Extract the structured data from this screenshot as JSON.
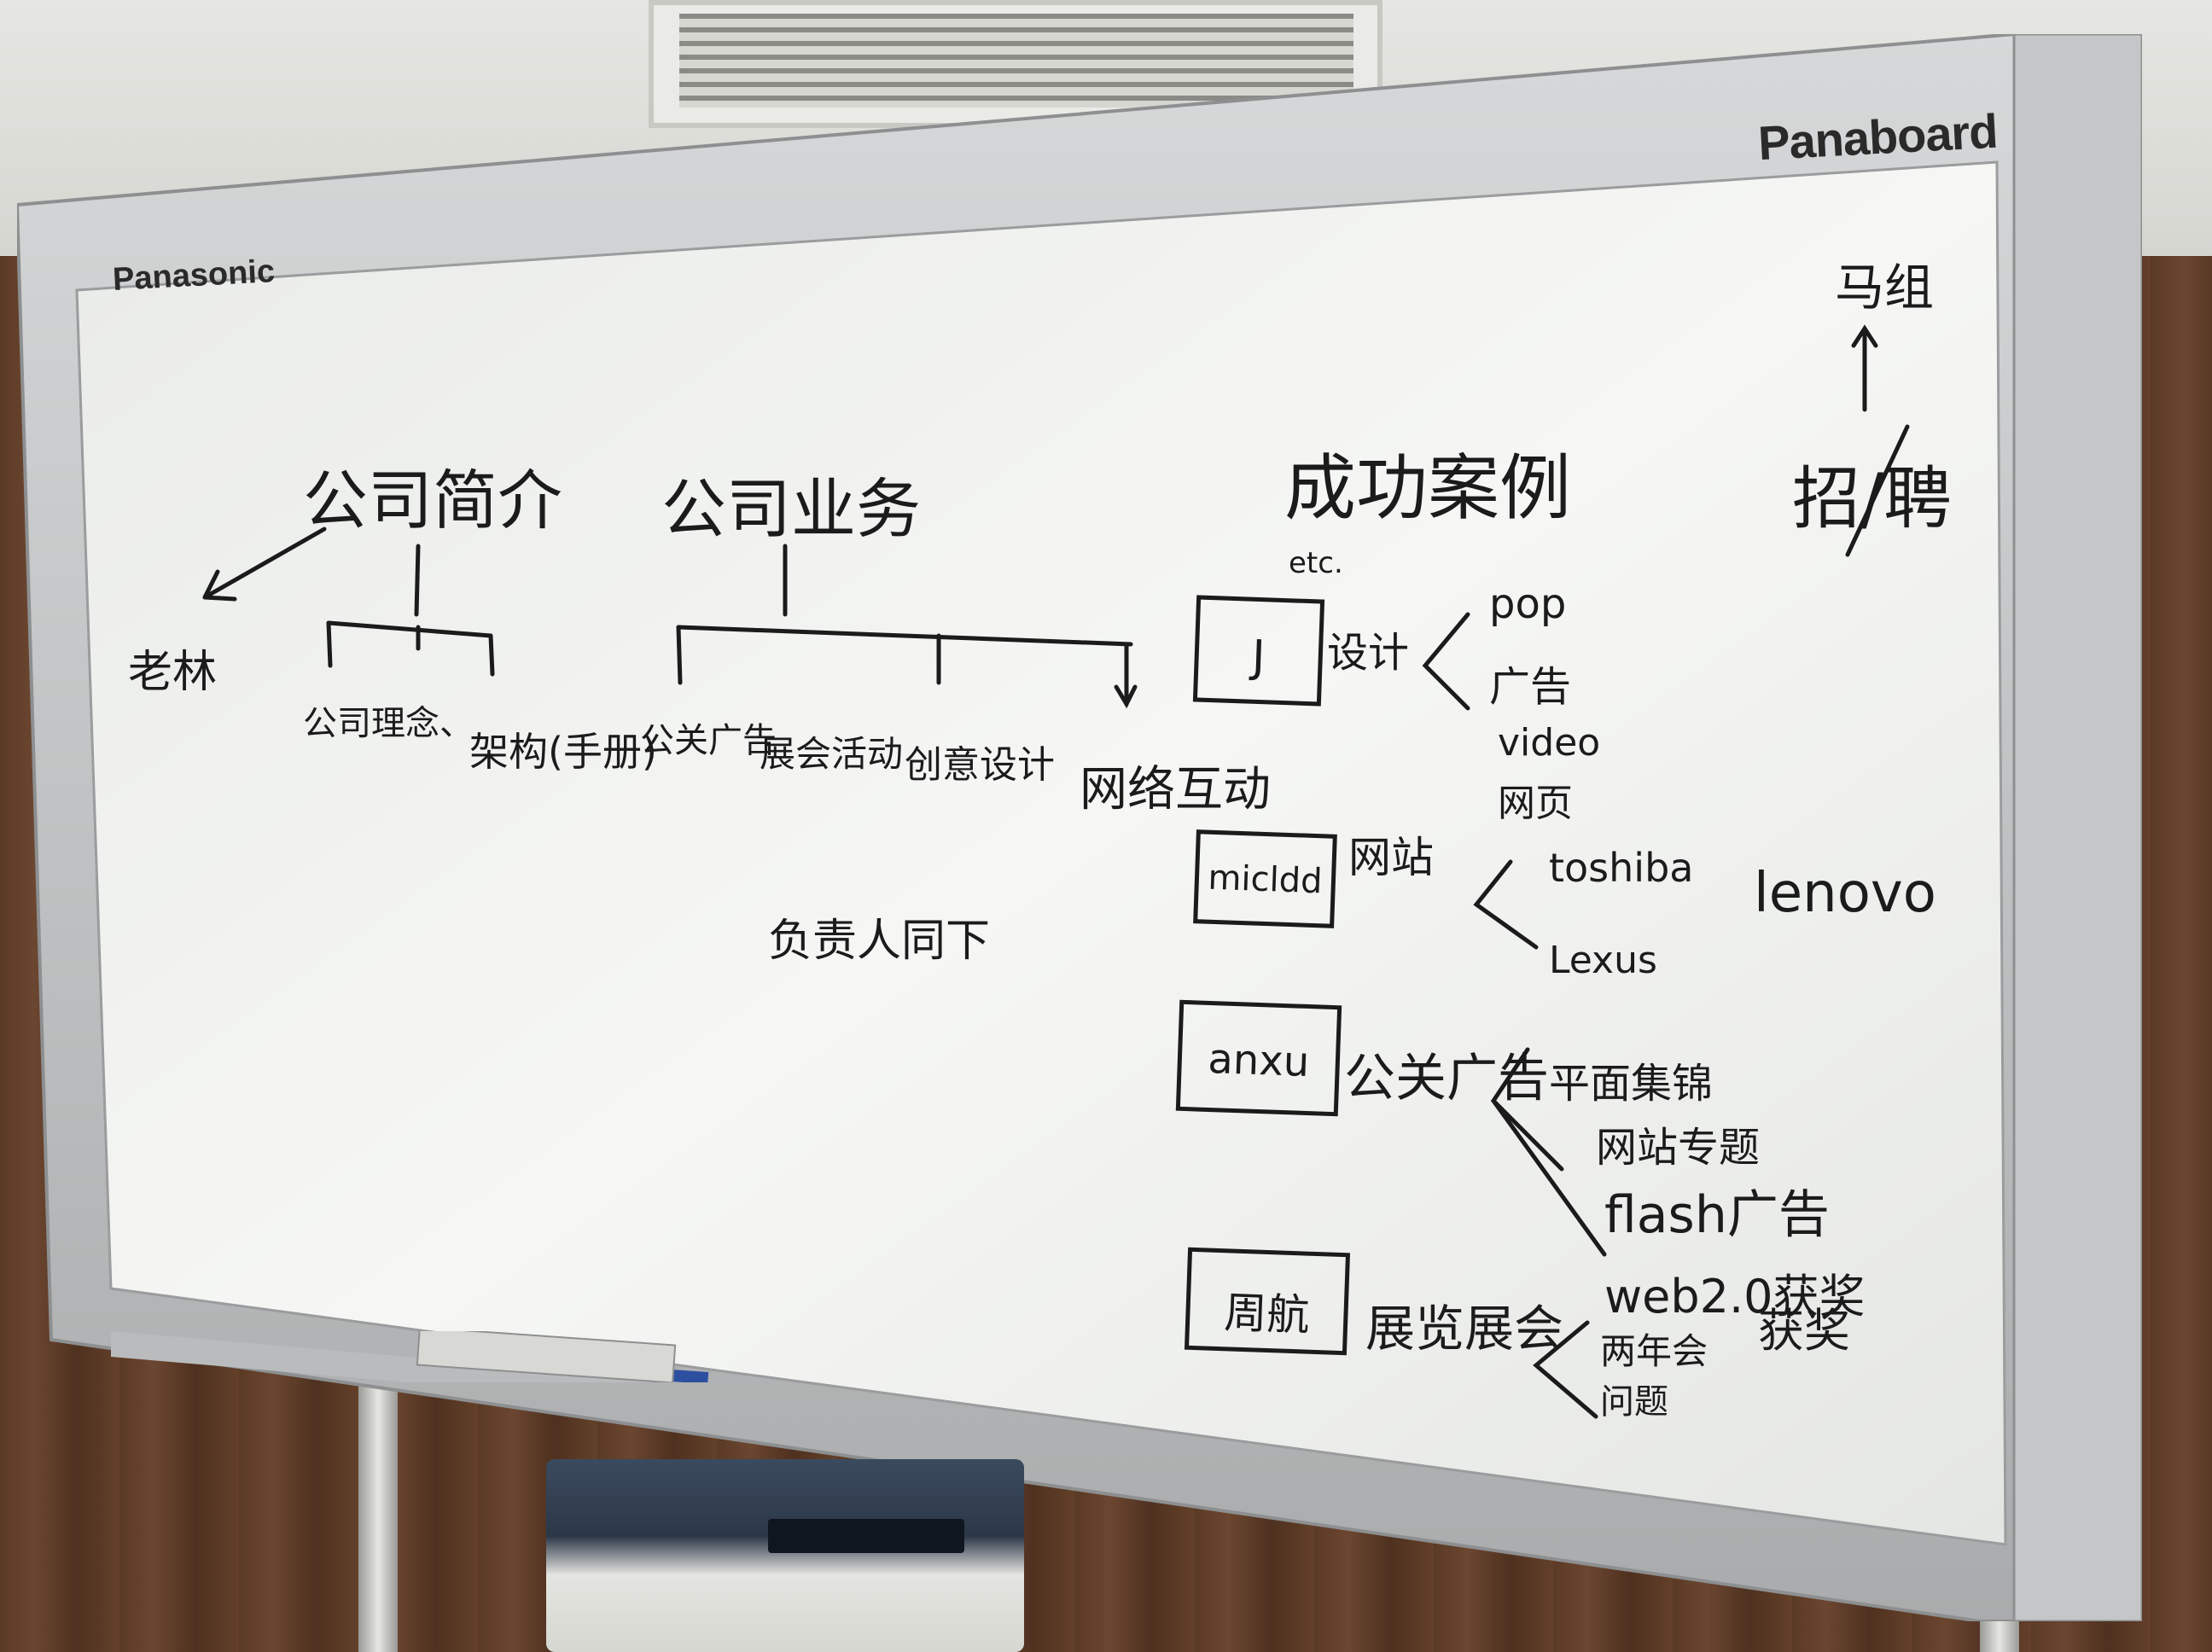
{
  "board": {
    "brand_left": "Panasonic",
    "brand_right": "Panaboard"
  },
  "notes": {
    "intro_title": "公司简介",
    "intro_left": "老林",
    "intro_items": [
      "公司理念、",
      "架构(手册)"
    ],
    "business_title": "公司业务",
    "business_items": [
      "公关广告",
      "展会活动",
      "创意设计",
      "网络互动"
    ],
    "responsible": "负责人同下",
    "cases_title": "成功案例",
    "cases_etc": "etc.",
    "recruit_title": "招/聘",
    "recruit_top": "马组",
    "case_rows": [
      {
        "box": "J",
        "label": "设计",
        "items": [
          "pop",
          "广告",
          "video",
          "网页"
        ]
      },
      {
        "box": "micldd",
        "label": "网站",
        "items": [
          "toshiba",
          "lenovo",
          "Lexus"
        ]
      },
      {
        "box": "anxu",
        "label": "公关广告",
        "items": [
          "平面集锦",
          "网站专题",
          "flash广告",
          "web2.0获奖"
        ]
      },
      {
        "box": "周航",
        "label": "展览展会",
        "items": [
          "获奖",
          "两年会",
          "问题"
        ]
      }
    ]
  },
  "colors": {
    "ink": "#1b1b1b",
    "board_surface": "#f3f5f2",
    "frame": "#bfc1c2",
    "wall": "#dcdcd8",
    "wood": "#5b3a25"
  }
}
